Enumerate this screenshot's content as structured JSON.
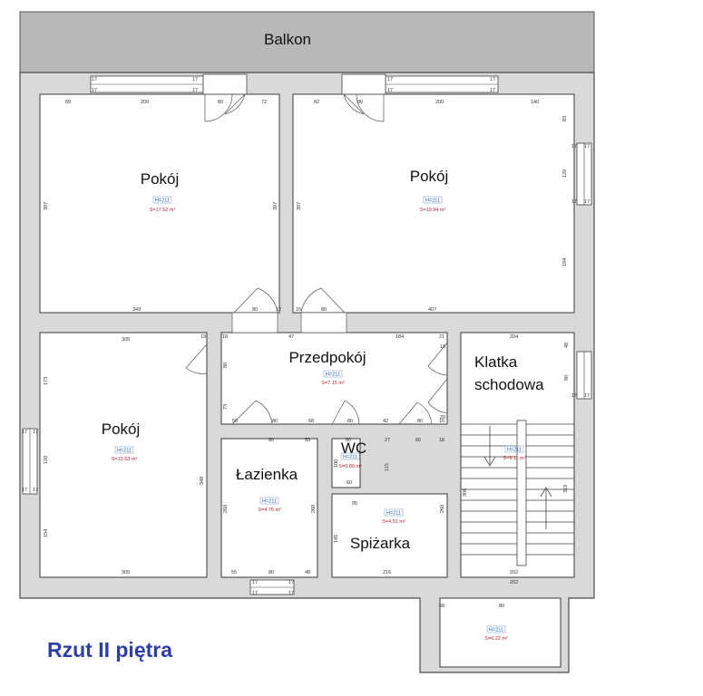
{
  "title": "Rzut II piętra",
  "balcony": {
    "label": "Balkon"
  },
  "rooms": [
    {
      "id": "pokoj1",
      "label": "Pokój",
      "h": "H=211",
      "s": "S=17.52 m²"
    },
    {
      "id": "pokoj2",
      "label": "Pokój",
      "h": "H=211",
      "s": "S=19.94 m²"
    },
    {
      "id": "pokoj3",
      "label": "Pokój",
      "h": "H=211",
      "s": "S=13.63 m²"
    },
    {
      "id": "przedpokoj",
      "label": "Przedpokój",
      "h": "H=211",
      "s": "S=7.15 m²"
    },
    {
      "id": "klatka",
      "label1": "Klatka",
      "label2": "schodowa",
      "h": "H=211",
      "s": "S=9.11 m²"
    },
    {
      "id": "wc",
      "label": "WC",
      "h": "H=211",
      "s": "S=0.80 m²"
    },
    {
      "id": "lazienka",
      "label": "Łazienka",
      "h": "H=211",
      "s": "S=4.76 m²"
    },
    {
      "id": "spizarka",
      "label": "Spiżarka",
      "h": "H=211",
      "s": "S=4.51 m²"
    },
    {
      "id": "dolny",
      "label": "",
      "h": "H=211",
      "s": "S=0.22 m²"
    }
  ],
  "dimensions": {
    "top_left": [
      "89",
      "200",
      "80",
      "72"
    ],
    "top_right": [
      "82",
      "80",
      "200",
      "140"
    ],
    "top_wall": [
      "17",
      "17",
      "17",
      "17",
      "17",
      "17",
      "17",
      "17"
    ],
    "pokoj1_side": [
      "397",
      "397"
    ],
    "pokoj1_bottom": [
      "349",
      "80",
      "12"
    ],
    "pokoj2_side": [
      "397",
      "83",
      "120",
      "194"
    ],
    "pokoj2_bottom": [
      "15",
      "80",
      "407"
    ],
    "right_wall": [
      "17",
      "17",
      "17",
      "17",
      "48",
      "80",
      "17",
      "17"
    ],
    "pokoj3": [
      "305",
      "173",
      "120",
      "154",
      "348",
      "305"
    ],
    "left_wall": [
      "17",
      "17",
      "17",
      "17"
    ],
    "przed": [
      "19",
      "18",
      "47",
      "184",
      "21",
      "80",
      "73",
      "18",
      "20",
      "204"
    ],
    "mid": [
      "50",
      "80",
      "68",
      "80",
      "42",
      "80",
      "15",
      "80",
      "53",
      "80",
      "27",
      "80",
      "18"
    ],
    "wc": [
      "100",
      "60",
      "115"
    ],
    "laz": [
      "260",
      "260",
      "55",
      "80",
      "48"
    ],
    "spiz": [
      "95",
      "145",
      "260",
      "216"
    ],
    "klatka_dims": [
      "306",
      "319",
      "202",
      "202",
      "68",
      "80"
    ],
    "bottom_wall": [
      "17",
      "17",
      "17",
      "17"
    ]
  }
}
